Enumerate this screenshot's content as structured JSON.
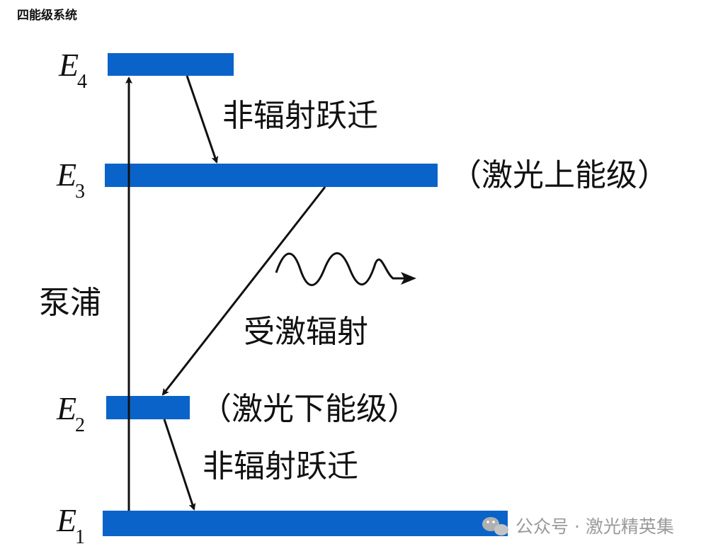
{
  "heading": "四能级系统",
  "levels": [
    {
      "symbol": "E",
      "sub": "4"
    },
    {
      "symbol": "E",
      "sub": "3",
      "note": "（激光上能级）"
    },
    {
      "symbol": "E",
      "sub": "2",
      "note": "（激光下能级）"
    },
    {
      "symbol": "E",
      "sub": "1"
    }
  ],
  "transitions": {
    "pump": "泵浦",
    "nonrad_upper": "非辐射跃迁",
    "stimulated": "受激辐射",
    "nonrad_lower": "非辐射跃迁"
  },
  "colors": {
    "level_bar": "#0a63c9",
    "arrow": "#111111",
    "watermark": "#9a9a9a"
  },
  "watermark": {
    "icon": "wechat-icon",
    "text": "公众号 · 激光精英集"
  }
}
